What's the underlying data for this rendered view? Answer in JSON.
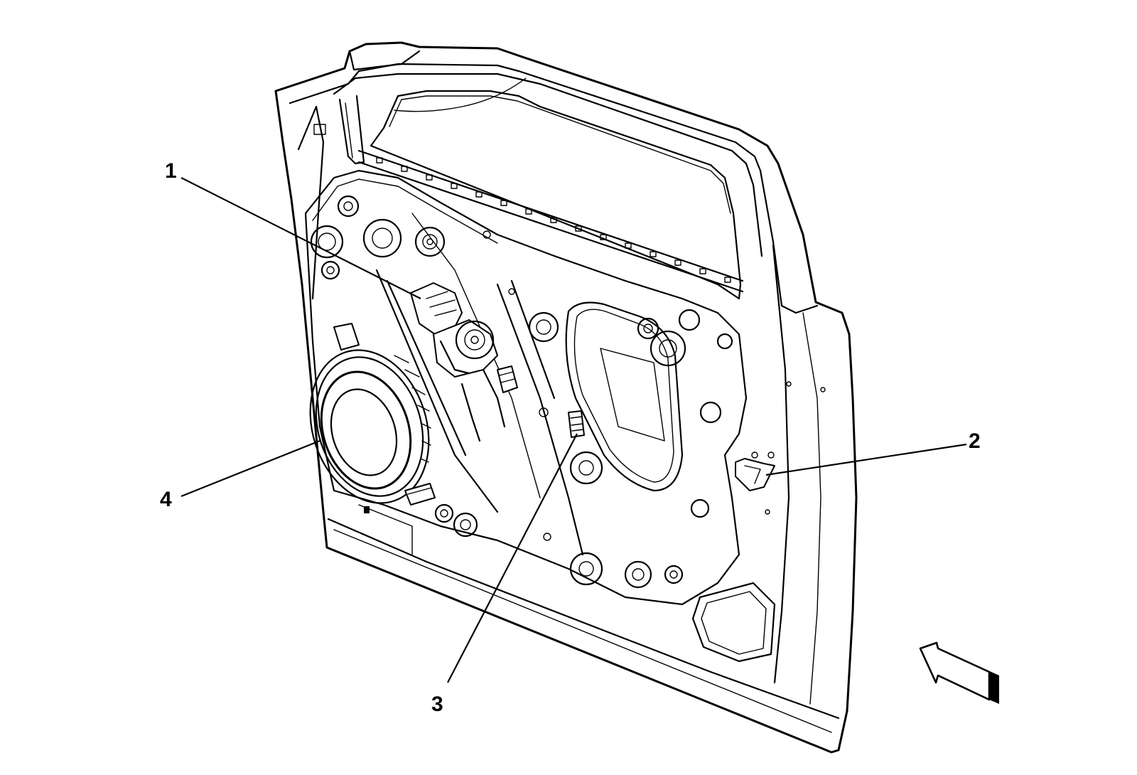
{
  "callouts": [
    {
      "id": "1",
      "label": "1"
    },
    {
      "id": "2",
      "label": "2"
    },
    {
      "id": "3",
      "label": "3"
    },
    {
      "id": "4",
      "label": "4"
    }
  ],
  "icons": {
    "view_arrow": "view-direction-arrow-icon"
  }
}
